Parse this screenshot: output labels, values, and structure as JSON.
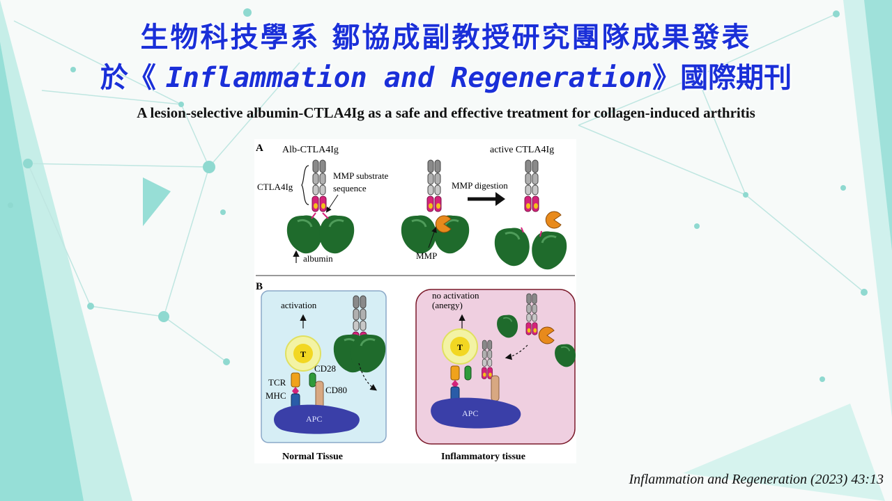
{
  "slide": {
    "title_line1": "生物科技學系 鄒協成副教授研究團隊成果發表",
    "title_line2_prefix": "於《 ",
    "title_line2_journal": "Inflammation and Regeneration",
    "title_line2_suffix": "》國際期刊",
    "subtitle": "A lesion-selective albumin-CTLA4Ig as a safe and effective treatment for collagen-induced arthritis",
    "citation": "Inflammation and Regeneration (2023) 43:13"
  },
  "figure": {
    "panel_a": {
      "label": "A",
      "alb_ctla4ig": "Alb-CTLA4Ig",
      "active_ctla4ig": "active CTLA4Ig",
      "ctla4ig": "CTLA4Ig",
      "mmp_substrate_line1": "MMP substrate",
      "mmp_substrate_line2": "sequence",
      "mmp_digestion": "MMP digestion",
      "albumin": "albumin",
      "mmp": "MMP"
    },
    "panel_b": {
      "label": "B",
      "activation": "activation",
      "no_activation_line1": "no activation",
      "no_activation_line2": "(anergy)",
      "t_cell": "T",
      "cd28": "CD28",
      "tcr": "TCR",
      "mhc": "MHC",
      "cd80": "CD80",
      "apc": "APC",
      "normal_tissue": "Normal Tissue",
      "inflammatory_tissue": "Inflammatory tissue"
    }
  },
  "colors": {
    "title_blue": "#1a2fd8",
    "albumin_green": "#1f6b2c",
    "normal_tissue_bg": "#d6eef5",
    "inflammatory_tissue_bg": "#efcfe0",
    "apc_purple": "#3a3fa8",
    "mmp_orange": "#e88a1c",
    "linker_magenta": "#d4237a"
  }
}
